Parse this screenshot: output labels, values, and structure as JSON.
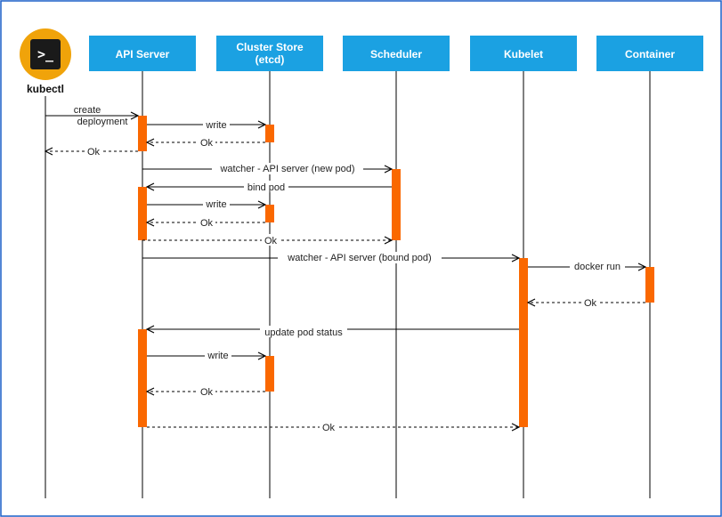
{
  "colors": {
    "header_bg": "#1ba1e2",
    "activation": "#fa6800",
    "actor_circle": "#f0a30a",
    "actor_icon_bg": "#1a1a1a",
    "line": "#000000",
    "border": "#1a5fc7"
  },
  "actor": {
    "label": "kubectl",
    "icon": "terminal-prompt-icon",
    "glyph": ">_"
  },
  "participants": [
    {
      "id": "api",
      "line1": "API Server",
      "line2": ""
    },
    {
      "id": "etcd",
      "line1": "Cluster Store",
      "line2": "(etcd)"
    },
    {
      "id": "sched",
      "line1": "Scheduler",
      "line2": ""
    },
    {
      "id": "kubelet",
      "line1": "Kubelet",
      "line2": ""
    },
    {
      "id": "container",
      "line1": "Container",
      "line2": ""
    }
  ],
  "messages": [
    {
      "label1": "create",
      "label2": "deployment",
      "type": "sync"
    },
    {
      "label1": "write",
      "type": "sync"
    },
    {
      "label1": "Ok",
      "type": "return"
    },
    {
      "label1": "Ok",
      "type": "return"
    },
    {
      "label1": "watcher - API server (new pod)",
      "type": "sync"
    },
    {
      "label1": "bind pod",
      "type": "sync"
    },
    {
      "label1": "write",
      "type": "sync"
    },
    {
      "label1": "Ok",
      "type": "return"
    },
    {
      "label1": "Ok",
      "type": "return"
    },
    {
      "label1": "watcher - API server (bound pod)",
      "type": "sync"
    },
    {
      "label1": "docker run",
      "type": "sync"
    },
    {
      "label1": "Ok",
      "type": "return"
    },
    {
      "label1": "update pod status",
      "type": "sync"
    },
    {
      "label1": "write",
      "type": "sync"
    },
    {
      "label1": "Ok",
      "type": "return"
    },
    {
      "label1": "Ok",
      "type": "return"
    }
  ]
}
